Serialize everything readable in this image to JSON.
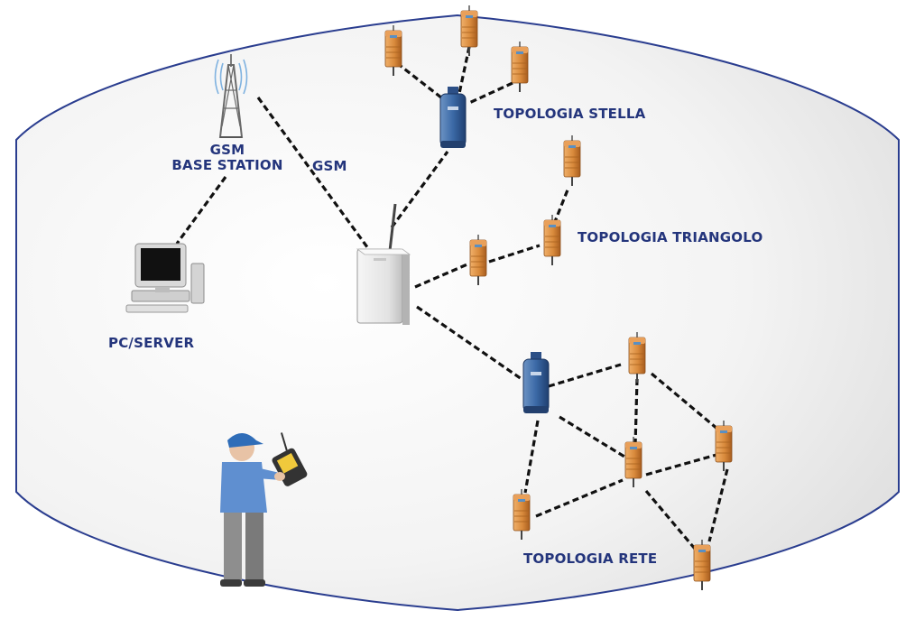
{
  "labels": {
    "gsm_base_station_line1": "GSM",
    "gsm_base_station_line2": "BASE STATION",
    "gsm_link": "GSM",
    "pc_server": "PC/SERVER",
    "topologia_stella": "TOPOLOGIA STELLA",
    "topologia_triangolo": "TOPOLOGIA TRIANGOLO",
    "topologia_rete": "TOPOLOGIA RETE"
  },
  "colors": {
    "label_text": "#24357c",
    "ellipse_border": "#2a3d8f",
    "dashed_link": "#111111",
    "sensor_orange": "#d98a3c",
    "repeater_blue": "#2f5f9c",
    "gateway_grey": "#e6e6e6"
  },
  "icons": {
    "tower": "gsm-tower-icon",
    "computer": "pc-server-icon",
    "gateway": "gateway-box-icon",
    "repeater": "blue-repeater-icon",
    "sensor": "orange-sensor-node-icon",
    "technician": "technician-with-handheld-icon"
  }
}
